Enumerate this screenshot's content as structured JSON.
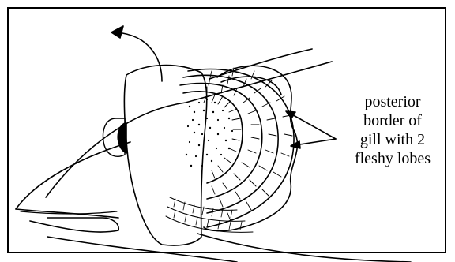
{
  "annotation": {
    "lines": [
      "posterior",
      "border of",
      "gill with 2",
      "fleshy lobes"
    ]
  },
  "colors": {
    "ink": "#000000",
    "paper": "#ffffff"
  }
}
